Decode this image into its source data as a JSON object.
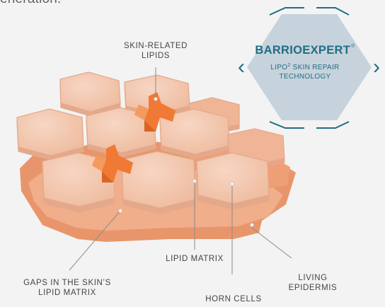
{
  "intro_text": "eneration.",
  "badge": {
    "title": "BARRIOEXPERT",
    "title_mark": "®",
    "subtitle_pre": "LIPO",
    "subtitle_sup": "2",
    "subtitle_line1": " SKIN REPAIR",
    "subtitle_line2": "TECHNOLOGY",
    "arrow_left": "‹",
    "arrow_right": "›"
  },
  "labels": {
    "skin_lipids_line1": "SKIN-RELATED",
    "skin_lipids_line2": "LIPIDS",
    "gaps_line1": "GAPS IN THE SKIN’S",
    "gaps_line2": "LIPID MATRIX",
    "lipid_matrix": "LIPID MATRIX",
    "horn_cells": "HORN CELLS",
    "living_line1": "LIVING",
    "living_line2": "EPIDERMIS"
  },
  "colors": {
    "badge_fill": "#c7d3dc",
    "badge_text": "#1f6e84",
    "bracket": "#1f6e84",
    "cell_top": "#f3c8b0",
    "cell_side": "#e7a886",
    "lower_layer": "#eea57e",
    "lipid_block": "#f07a35",
    "leader_line": "#8a8a8a"
  }
}
